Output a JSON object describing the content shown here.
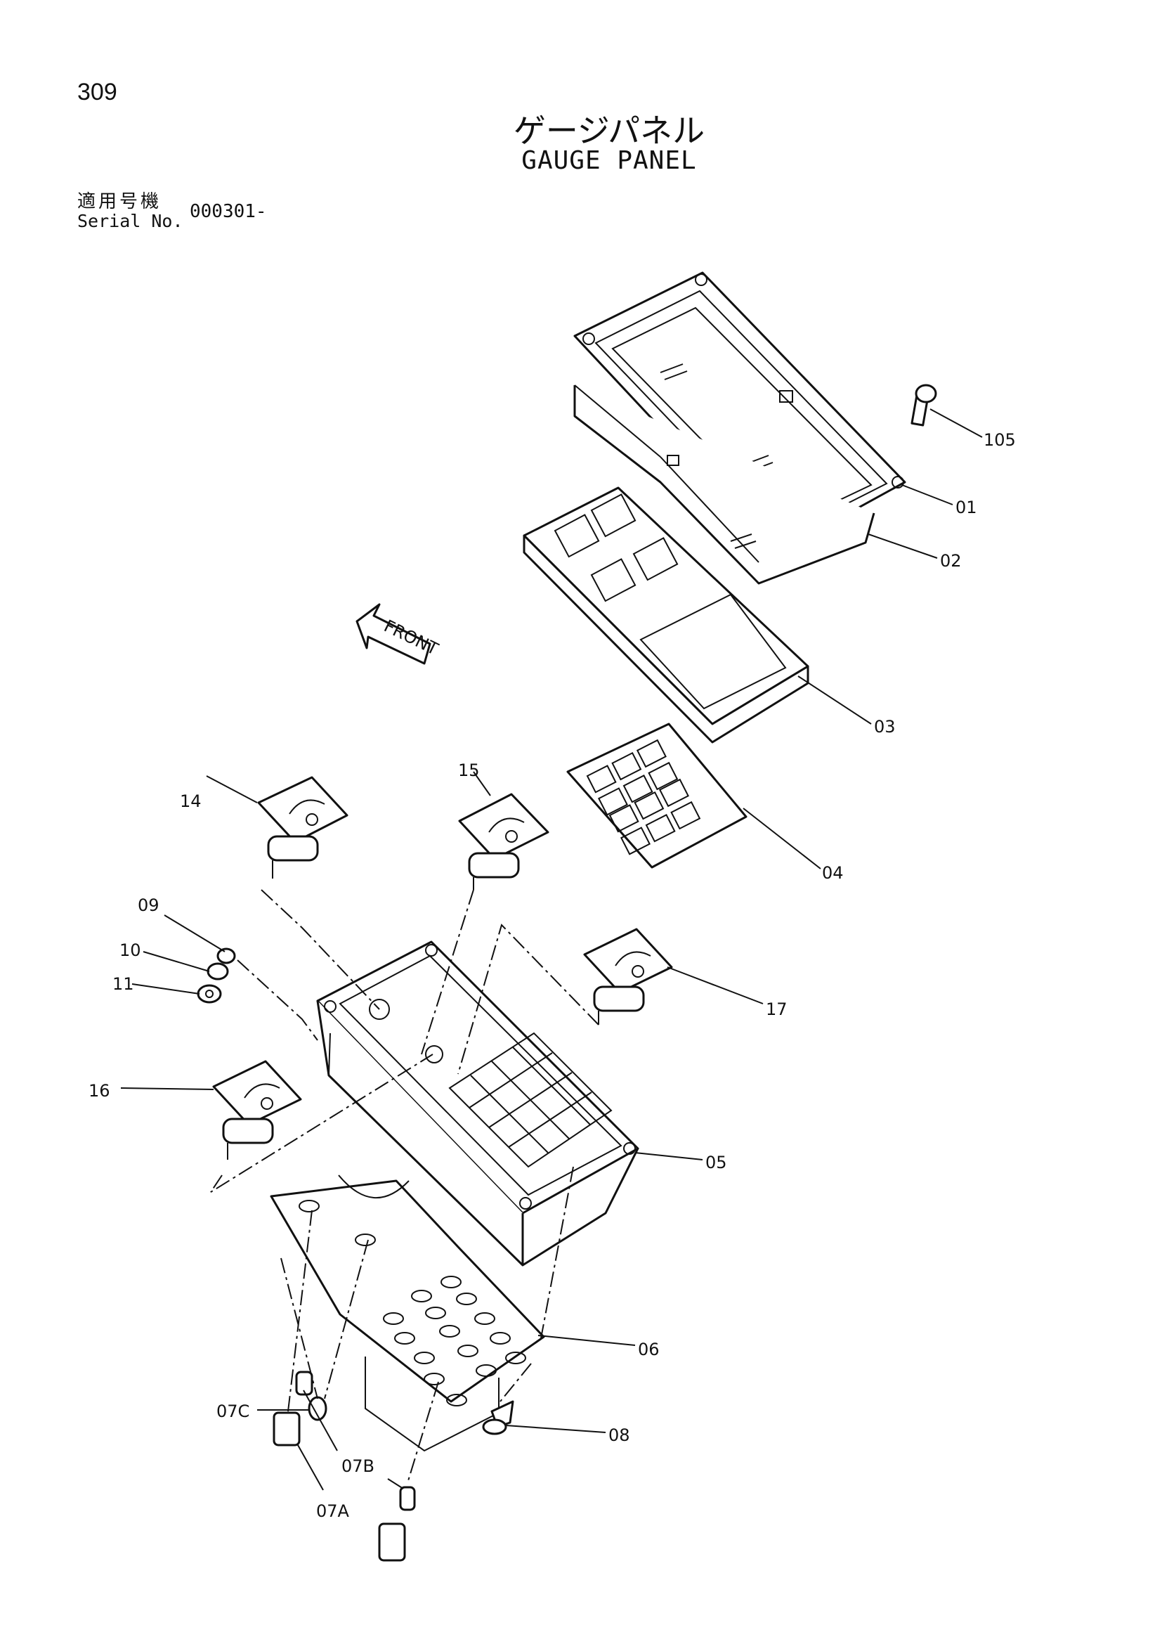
{
  "page_number": "309",
  "title_jp": "ゲージパネル",
  "title_en": "GAUGE PANEL",
  "serial_label_jp": "適用号機",
  "serial_label_en": "Serial No.",
  "serial_value": "000301-",
  "front_arrow_label": "FRONT",
  "part_labels": {
    "p105": "105",
    "p01": "01",
    "p02": "02",
    "p03": "03",
    "p04": "04",
    "p05": "05",
    "p06": "06",
    "p07a": "07A",
    "p07b": "07B",
    "p07c": "07C",
    "p08": "08",
    "p09": "09",
    "p10": "10",
    "p11": "11",
    "p14": "14",
    "p15": "15",
    "p16": "16",
    "p17": "17"
  }
}
